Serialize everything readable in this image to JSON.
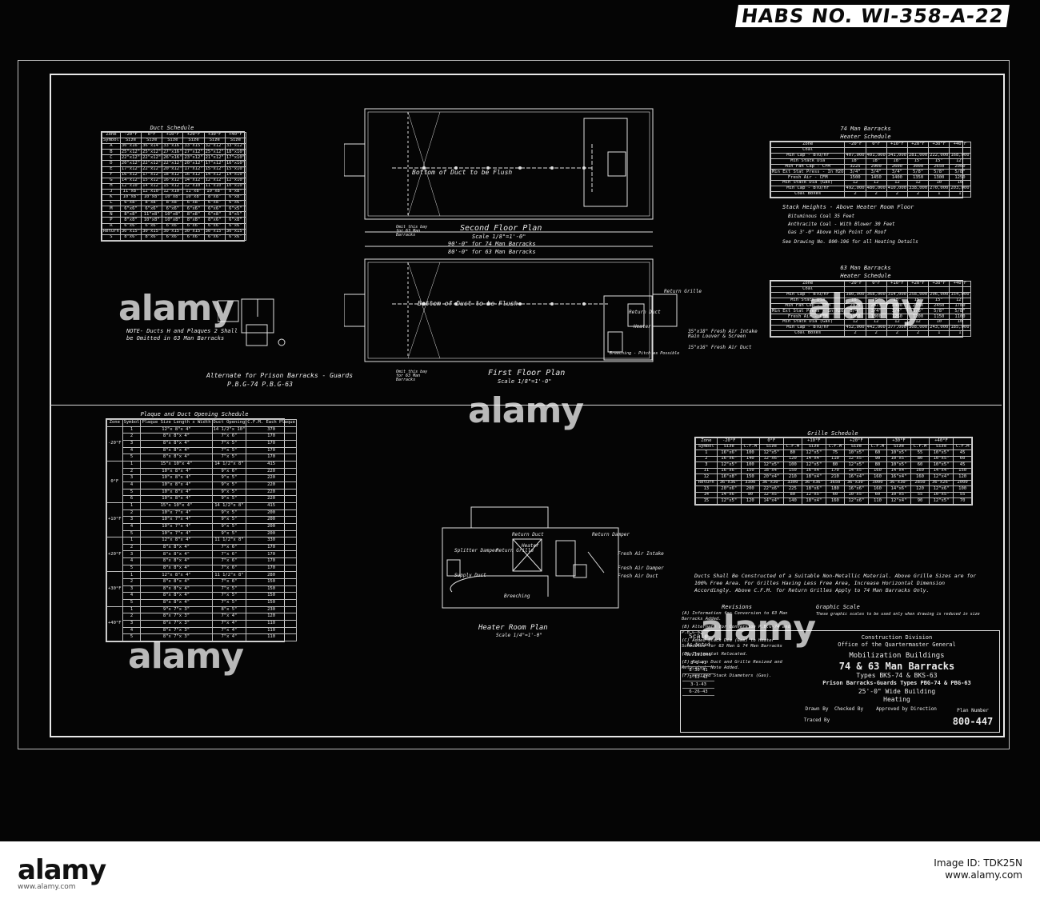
{
  "habs_id": "HABS NO. WI-358-A-22",
  "watermark": "alamy",
  "duct_schedule": {
    "title": "Duct Schedule",
    "header1": [
      "Zone",
      "-20°F",
      "0°F",
      "+10°F",
      "+20°F",
      "+30°F",
      "+40°F"
    ],
    "header2": [
      "Symbol",
      "Size",
      "Size",
      "Size",
      "Size",
      "Size",
      "Size"
    ],
    "rows": [
      [
        "A",
        "30\"x16\"",
        "36\"x14\"",
        "33\"x16\"",
        "33\"x15\"",
        "32\"x12\"",
        "33\"x12\""
      ],
      [
        "B",
        "25\"x12\"",
        "25\"x12\"",
        "27\"x16\"",
        "27\"x12\"",
        "25\"x12\"",
        "18\"x10\""
      ],
      [
        "C",
        "22\"x12\"",
        "22\"x12\"",
        "26\"x16\"",
        "23\"x12\"",
        "21\"x12\"",
        "17\"x10\""
      ],
      [
        "D",
        "20\"x12\"",
        "22\"x12\"",
        "22\"x12\"",
        "20\"x12\"",
        "17\"x12\"",
        "16\"x10\""
      ],
      [
        "E",
        "17\"x12\"",
        "22\"x12\"",
        "20\"x12\"",
        "17\"x12\"",
        "15\"x12\"",
        "15\"x10\""
      ],
      [
        "F",
        "16\"x12\"",
        "17\"x12\"",
        "18\"x12\"",
        "16\"x12\"",
        "14\"x12\"",
        "14\"x10\""
      ],
      [
        "G",
        "14\"x12\"",
        "15\"x12\"",
        "16\"x12\"",
        "14\"x12\"",
        "12\"x12\"",
        "12\"x10\""
      ],
      [
        "H",
        "12\"x10\"",
        "14\"x12\"",
        "15\"x12\"",
        "12\"x10\"",
        "11\"x10\"",
        "10\"x10\""
      ],
      [
        "J",
        "11\"x8\"",
        "12\"x10\"",
        "12\"x10\"",
        "11\"x8\"",
        "10\"x8\"",
        "8\"x8\""
      ],
      [
        "K",
        "10\"x8\"",
        "10\"x8\"",
        "10\"x8\"",
        "10\"x8\"",
        "8\"x8\"",
        "6\"x8\""
      ],
      [
        "L",
        "6\"x8\"",
        "8\"x8\"",
        "8\"x8\"",
        "6\"x8\"",
        "6\"x8\"",
        "6\"x6\""
      ],
      [
        "M",
        "6\"x6\"",
        "6\"x6\"",
        "6\"x6\"",
        "6\"x6\"",
        "6\"x6\"",
        "6\"x5\""
      ],
      [
        "N",
        "8\"x8\"",
        "11\"x8\"",
        "10\"x8\"",
        "8\"x8\"",
        "6\"x8\"",
        "8\"x5\""
      ],
      [
        "P",
        "8\"x8\"",
        "10\"x8\"",
        "10\"x8\"",
        "8\"x8\"",
        "8\"x6\"",
        "6\"x8\""
      ],
      [
        "R",
        "6\"x6\"",
        "6\"x6\"",
        "6\"x6\"",
        "6\"x6\"",
        "6\"x6\"",
        "6\"x6\""
      ],
      [
        "Return",
        "30\"x15\"",
        "30\"x15\"",
        "30\"x15\"",
        "30\"x15\"",
        "30\"x15\"",
        "30\"x15\""
      ],
      [
        "S",
        "8\"x6\"",
        "8\"x6\"",
        "6\"x6\"",
        "6\"x6\"",
        "6\"x6\"",
        "6\"x6\""
      ]
    ]
  },
  "plans": {
    "second_floor_title": "Second Floor Plan",
    "second_floor_scale": "Scale 1/8\"=1'-0\"",
    "dim_74": "90'-0\" for 74 Man Barracks",
    "dim_63": "80'-0\" for 63 Man Barracks",
    "omit_note_upper": "Omit this bay for 63 Man Barracks",
    "omit_note_lower": "Omit this bay for 63 Man Barracks",
    "duct_flush_upper": "Bottom of Duct to be Flush",
    "duct_flush_lower": "Bottom of Duct to be Flush",
    "first_floor_title": "First Floor Plan",
    "first_floor_scale": "Scale 1/8\"=1'-0\"",
    "return_grille": "Return Grille",
    "return_duct": "Return Duct",
    "heater": "Heater",
    "intake_note": "35\"x18\" Fresh Air Intake Rain Louver & Screen",
    "fresh_air_duct": "15\"x16\" Fresh Air Duct",
    "breeching": "Breeching - Pitch as Possible"
  },
  "alternate": {
    "note": "NOTE- Ducts H and Plaques 2 Shall be Omitted in 63 Man Barracks",
    "caption": "Alternate for Prison Barracks - Guards",
    "sub": "P.B.G-74   P.B.G-63"
  },
  "heater74": {
    "title": "74 Man Barracks",
    "subtitle": "Heater  Schedule",
    "header": [
      "Zone",
      "-20°F",
      "0°F",
      "+10°F",
      "+20°F",
      "+30°F",
      "+40°F"
    ],
    "rows": [
      [
        "Coal",
        "",
        "",
        "",
        "",
        "",
        ""
      ],
      [
        "Min Cap - BTU/hr",
        "407,000",
        "401,000",
        "341,000",
        "281,000",
        "222,000",
        "168,000"
      ],
      [
        "Min Stack Dia",
        "18\"",
        "18\"",
        "18\"",
        "15\"",
        "15\"",
        "12\""
      ],
      [
        "Min Fan Cap - CFM",
        "3225",
        "2900",
        "2600",
        "3000",
        "2650",
        "2000"
      ],
      [
        "Min Ext Stat Press - In H2O",
        "3/4\"",
        "3/4\"",
        "3/4\"",
        "5/8\"",
        "5/8\"",
        "5/8\""
      ],
      [
        "Fresh Air - CFM",
        "1500",
        "1450",
        "1400",
        "1350",
        "1300",
        "1250"
      ],
      [
        "Min Stack Dia (Gas)",
        "12",
        "12",
        "12",
        "12",
        "10",
        "10"
      ],
      [
        "Min Cap - BTU/hr",
        "492,000",
        "480,000",
        "410,000",
        "338,000",
        "270,000",
        "203,000"
      ],
      [
        "Coal Boxes",
        "2",
        "2",
        "2",
        "2",
        "1",
        "1"
      ]
    ],
    "stack_title": "Stack Heights - Above Heater Room Floor",
    "stack_lines": [
      "Bituminous Coal   35 Feet",
      "Anthracite Coal - With Blower   30 Feet",
      "Gas   3'-0\" Above High Point of Roof"
    ],
    "see_note": "See Drawing No. 800-196 for all Heating Details"
  },
  "heater63": {
    "title": "63 Man Barracks",
    "subtitle": "Heater  Schedule",
    "header": [
      "Zone",
      "-20°F",
      "0°F",
      "+10°F",
      "+20°F",
      "+30°F",
      "+40°F"
    ],
    "rows": [
      [
        "Coal",
        "",
        "",
        "",
        "",
        "",
        ""
      ],
      [
        "Min Cap - BTU/hr",
        "380,000",
        "368,000",
        "314,000",
        "258,000",
        "206,000",
        "154,000"
      ],
      [
        "Min Stack Dia",
        "18\"",
        "18\"",
        "18\"",
        "15\"",
        "15\"",
        "12\""
      ],
      [
        "Min Fan Cap - CFM",
        "2975",
        "2675",
        "2400",
        "2550",
        "2450",
        "1780"
      ],
      [
        "Min Ext Stat Press - In H2O",
        "3/4\"",
        "3/4\"",
        "3/4\"",
        "5/8\"",
        "5/8\"",
        "5/8\""
      ],
      [
        "Fresh Air - CFM",
        "1350",
        "1300",
        "1250",
        "1200",
        "1150",
        "1100"
      ],
      [
        "Min Stack Dia (Gas)",
        "12",
        "12",
        "12",
        "12",
        "10",
        "10"
      ],
      [
        "Min Cap - BTU/hr",
        "452,000",
        "442,000",
        "377,000",
        "308,000",
        "243,000",
        "185,000"
      ],
      [
        "Coal Boxes",
        "2",
        "2",
        "2",
        "2",
        "1",
        "1"
      ]
    ]
  },
  "plaque_schedule": {
    "title": "Plaque and Duct Opening Schedule",
    "header": [
      "Zone",
      "Symbol",
      "Plaque Size Length x Width",
      "Duct Opening",
      "C.F.M. Each Plaque"
    ],
    "zones": [
      "-20°F",
      "0°F",
      "+10°F",
      "+20°F",
      "+30°F",
      "+40°F"
    ],
    "rows": [
      [
        "1",
        "12\"x 8\"x 4\"",
        "14 1/2\"x 10\"",
        "370"
      ],
      [
        "2",
        "8\"x 8\"x 4\"",
        "7\"x 6\"",
        "170"
      ],
      [
        "3",
        "8\"x 8\"x 4\"",
        "7\"x 5\"",
        "170"
      ],
      [
        "4",
        "8\"x 8\"x 4\"",
        "7\"x 5\"",
        "170"
      ],
      [
        "5",
        "8\"x 8\"x 4\"",
        "7\"x 5\"",
        "170"
      ],
      [
        "1",
        "15\"x 10\"x 4\"",
        "14 1/2\"x 8\"",
        "415"
      ],
      [
        "2",
        "10\"x 8\"x 4\"",
        "9\"x 6\"",
        "220"
      ],
      [
        "3",
        "10\"x 8\"x 4\"",
        "9\"x 5\"",
        "220"
      ],
      [
        "4",
        "10\"x 8\"x 4\"",
        "9\"x 5\"",
        "220"
      ],
      [
        "5",
        "10\"x 8\"x 4\"",
        "9\"x 5\"",
        "220"
      ],
      [
        "6",
        "10\"x 8\"x 4\"",
        "9\"x 5\"",
        "220"
      ],
      [
        "1",
        "15\"x 10\"x 4\"",
        "14 1/2\"x 8\"",
        "415"
      ],
      [
        "2",
        "10\"x 7\"x 4\"",
        "9\"x 5\"",
        "200"
      ],
      [
        "3",
        "10\"x 7\"x 4\"",
        "9\"x 5\"",
        "200"
      ],
      [
        "4",
        "10\"x 7\"x 4\"",
        "9\"x 5\"",
        "200"
      ],
      [
        "5",
        "10\"x 7\"x 4\"",
        "9\"x 5\"",
        "200"
      ],
      [
        "1",
        "12\"x 8\"x 4\"",
        "11 1/2\"x 8\"",
        "330"
      ],
      [
        "2",
        "8\"x 8\"x 4\"",
        "7\"x 6\"",
        "170"
      ],
      [
        "3",
        "8\"x 8\"x 4\"",
        "7\"x 6\"",
        "170"
      ],
      [
        "4",
        "8\"x 8\"x 4\"",
        "7\"x 6\"",
        "170"
      ],
      [
        "5",
        "8\"x 8\"x 4\"",
        "7\"x 6\"",
        "170"
      ],
      [
        "1",
        "12\"x 8\"x 4\"",
        "11 1/2\"x 8\"",
        "280"
      ],
      [
        "2",
        "8\"x 8\"x 4\"",
        "7\"x 6\"",
        "150"
      ],
      [
        "3",
        "8\"x 8\"x 4\"",
        "7\"x 5\"",
        "150"
      ],
      [
        "4",
        "8\"x 8\"x 4\"",
        "7\"x 5\"",
        "150"
      ],
      [
        "5",
        "8\"x 8\"x 4\"",
        "7\"x 5\"",
        "150"
      ],
      [
        "1",
        "9\"x 7\"x 3\"",
        "8\"x 5\"",
        "230"
      ],
      [
        "2",
        "8\"x 7\"x 3\"",
        "7\"x 4\"",
        "120"
      ],
      [
        "3",
        "8\"x 7\"x 3\"",
        "7\"x 4\"",
        "110"
      ],
      [
        "4",
        "8\"x 7\"x 3\"",
        "7\"x 4\"",
        "110"
      ],
      [
        "5",
        "8\"x 7\"x 3\"",
        "7\"x 4\"",
        "110"
      ]
    ]
  },
  "heater_room": {
    "title": "Heater Room Plan",
    "scale": "Scale 1/4\"=1'-0\"",
    "labels": [
      "Return Grille",
      "Return Duct",
      "Return Damper",
      "Splitter Damper",
      "Heater",
      "Supply Duct",
      "Breeching",
      "Fresh Air Intake",
      "Fresh Air Damper",
      "Fresh Air Duct"
    ]
  },
  "grille_schedule": {
    "title": "Grille Schedule",
    "header1": [
      "Zone",
      "-20°F",
      "",
      "0°F",
      "",
      "+10°F",
      "",
      "+20°F",
      "",
      "+30°F",
      "",
      "+40°F",
      ""
    ],
    "header2": [
      "Symbol",
      "Size",
      "C.F.M",
      "Size",
      "C.F.M",
      "Size",
      "C.F.M",
      "Size",
      "C.F.M",
      "Size",
      "C.F.M",
      "Size",
      "C.F.M"
    ],
    "rows": [
      [
        "1",
        "16\"x6\"",
        "100",
        "12\"x5\"",
        "80",
        "12\"x5\"",
        "75",
        "10\"x5\"",
        "60",
        "10\"x5\"",
        "55",
        "10\"x5\"",
        "45"
      ],
      [
        "2",
        "16\"x6\"",
        "140",
        "12\"x6\"",
        "120",
        "14\"x4\"",
        "110",
        "12\"x5\"",
        "90",
        "10\"x5\"",
        "80",
        "10\"x5\"",
        "60"
      ],
      [
        "3",
        "12\"x5\"",
        "100",
        "12\"x5\"",
        "100",
        "12\"x5\"",
        "80",
        "12\"x5\"",
        "80",
        "10\"x5\"",
        "60",
        "10\"x5\"",
        "45"
      ],
      [
        "11",
        "16\"x6\"",
        "150",
        "18\"x4\"",
        "150",
        "16\"x4\"",
        "170",
        "14\"x5\"",
        "160",
        "14\"x4\"",
        "160",
        "14\"x4\"",
        "150"
      ],
      [
        "12",
        "16\"x8\"",
        "150",
        "20\"x4\"",
        "210",
        "18\"x4\"",
        "210",
        "16\"x4\"",
        "160",
        "16\"x4\"",
        "160",
        "12\"x4\"",
        "120"
      ],
      [
        "Return",
        "36\"x36\"",
        "3300",
        "36\"x30\"",
        "3300",
        "36\"x36\"",
        "3650",
        "36\"x30\"",
        "3000",
        "36\"x30\"",
        "2850",
        "36\"x26\"",
        "2000"
      ],
      [
        "13",
        "20\"x6\"",
        "200",
        "22\"x6\"",
        "225",
        "18\"x6\"",
        "180",
        "16\"x6\"",
        "160",
        "14\"x6\"",
        "120",
        "12\"x6\"",
        "100"
      ],
      [
        "14",
        "14\"x6\"",
        "90",
        "12\"x5\"",
        "80",
        "12\"x5\"",
        "60",
        "10\"x5\"",
        "60",
        "10\"x5\"",
        "55",
        "10\"x5\"",
        "55"
      ],
      [
        "15",
        "12\"x5\"",
        "120",
        "14\"x4\"",
        "140",
        "18\"x4\"",
        "160",
        "12\"x6\"",
        "110",
        "12\"x4\"",
        "90",
        "12\"x5\"",
        "70"
      ]
    ]
  },
  "general_note": "Ducts Shall Be Constructed of a Suitable Non-Metallic Material. Above Grille Sizes are for 100% Free Area. For Grilles Having Less Free Area, Increase Horizontal Dimension Accordingly. Above C.F.M. for Return Grilles Apply to 74 Man Barracks Only.",
  "revisions": {
    "title": "Revisions",
    "items": [
      "Information for Conversion to 63 Man Barracks Added.",
      "Alternate for Conversion P.B.G-74 and P.B.G-63.",
      "Added Stack Dia (Gas) to Heater Schedules for 63 Man & 74 Man Barracks",
      "Thermostat Relocated.",
      "Return Duct and Grille Resized and Relocated. Note Added.",
      "Resized Stack Diameters (Gas)."
    ],
    "marks": [
      "A",
      "B",
      "C",
      "D",
      "E",
      "F"
    ]
  },
  "title_block": {
    "graphic_scale": "Graphic Scale",
    "graphic_note": "These graphic scales to be used only when drawing is reduced in size",
    "scale_label": "Scale",
    "scale_value": "As Noted",
    "revisions_label": "Revisions",
    "rev_dates": [
      "8-1-41",
      "8-30-41",
      "3-12-42",
      "3-1-43",
      "6-26-43"
    ],
    "division": "Construction Division",
    "office": "Office of the Quartermaster General",
    "line1": "Mobilization Buildings",
    "line2": "74 & 63 Man Barracks",
    "line3": "Types BKS-74 & BKS-63",
    "line4": "Prison Barracks-Guards Types PBG-74 & PBG-63",
    "line5": "25'-0\" Wide Building",
    "line6": "Heating",
    "drawn_by": "Drawn By",
    "checked_by": "Checked By",
    "traced_by": "Traced By",
    "approved": "Approved by Direction",
    "plan_number_label": "Plan Number",
    "plan_number": "800-447"
  },
  "footer": {
    "logo": "alamy",
    "credit": "www.alamy.com",
    "image_id": "Image ID: TDK25N",
    "site": "www.alamy.com"
  }
}
